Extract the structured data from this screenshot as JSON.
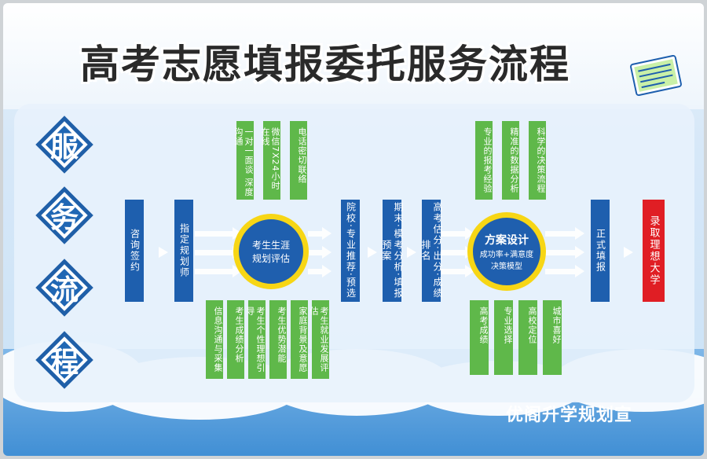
{
  "title": "高考志愿填报委托服务流程",
  "side_chars": [
    "服",
    "务",
    "流",
    "程"
  ],
  "steps": {
    "s1": "咨询签约",
    "s2": "指定规划师",
    "s3": "院校·专业推荐·预选",
    "s4": "期末·模考分析·填报预案",
    "s5": "高考估分·出分·成绩排名",
    "s6": "正式填报",
    "s7": "录取理想大学"
  },
  "circle1": {
    "line1": "考生生涯",
    "line2": "规划评估"
  },
  "circle2": {
    "line1": "方案设计",
    "line2": "成功率+满意度",
    "line3": "决策模型"
  },
  "green_top_left": [
    "一对一面谈 深度沟通",
    "微信7X24小时在线",
    "电话密切联络"
  ],
  "green_bottom_left": [
    "信息沟通与采集",
    "考生成绩分析",
    "考生个性理想引导",
    "考生优势潜能",
    "家庭背景及意愿",
    "考生就业发展评估"
  ],
  "green_top_right": [
    "专业的报考经验",
    "精准的数据分析",
    "科学的决策流程"
  ],
  "green_bottom_right": [
    "高考成绩",
    "专业选择",
    "高校定位",
    "城市喜好"
  ],
  "brand": "优阁升学规划宣",
  "colors": {
    "blue": "#1e5fae",
    "green": "#5fb84a",
    "red": "#e01e24",
    "yellow": "#f7d615"
  }
}
